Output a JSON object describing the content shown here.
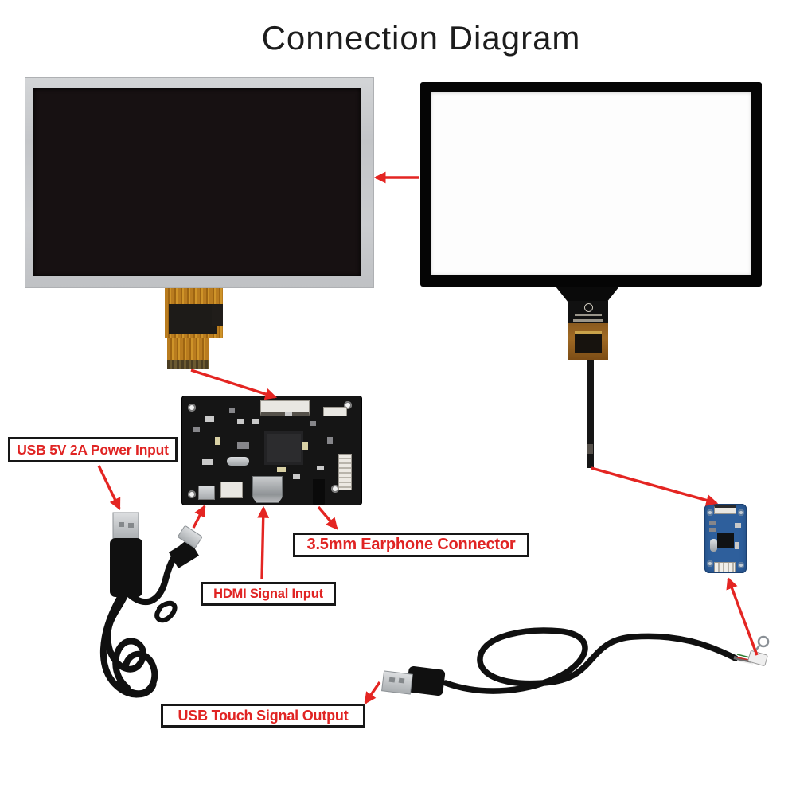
{
  "title": "Connection Diagram",
  "annotations": {
    "power_input": "USB 5V 2A Power Input",
    "earphone": "3.5mm Earphone Connector",
    "hdmi_input": "HDMI Signal Input",
    "touch_output": "USB Touch Signal Output"
  },
  "icons": {
    "arrow": "red-connection-arrow",
    "tail_logo": "touch-vendor-logo"
  },
  "colors": {
    "annotation_text_red": "#e02423",
    "arrow_red": "#e42522",
    "label_border_black": "#171717",
    "lcd_frame_silver": "#c7c9cb",
    "lcd_screen_black": "#171112",
    "touch_frame_black": "#050505",
    "controller_board_black": "#151515",
    "touch_pcb_blue": "#2e5f9c",
    "flex_ribbon_orange": "#b97c1f",
    "background": "#ffffff"
  }
}
